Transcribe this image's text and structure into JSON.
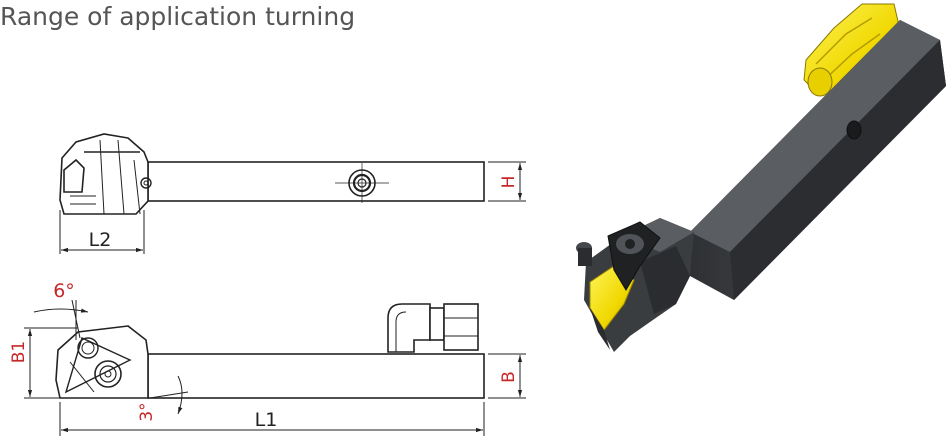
{
  "title": "Range of application turning",
  "labels": {
    "h": "H",
    "l2": "L2",
    "angle_top": "6°",
    "b1": "B1",
    "b": "B",
    "angle_bottom": "3°",
    "l1": "L1"
  },
  "colors": {
    "dimension_red": "#c62828",
    "outline": "#222222",
    "holder_body": "#3a3d40",
    "insert_yellow": "#f2c200",
    "coupling_yellow": "#f0e000"
  }
}
